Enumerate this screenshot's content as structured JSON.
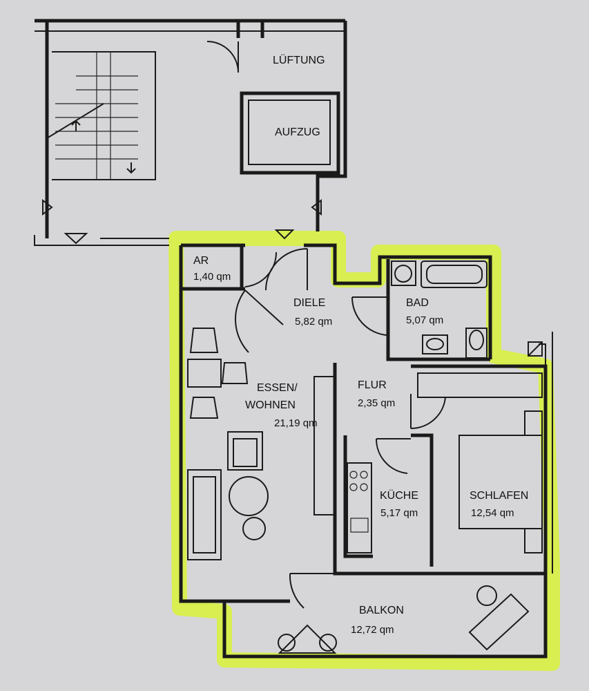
{
  "rooms": {
    "lueftung": {
      "name": "LÜFTUNG"
    },
    "aufzug": {
      "name": "AUFZUG"
    },
    "ar": {
      "name": "AR",
      "area": "1,40 qm"
    },
    "diele": {
      "name": "DIELE",
      "area": "5,82 qm"
    },
    "bad": {
      "name": "BAD",
      "area": "5,07 qm"
    },
    "flur": {
      "name": "FLUR",
      "area": "2,35 qm"
    },
    "essen": {
      "name_line1": "ESSEN/",
      "name_line2": "WOHNEN",
      "area": "21,19 qm"
    },
    "kueche": {
      "name": "KÜCHE",
      "area": "5,17 qm"
    },
    "schlafen": {
      "name": "SCHLAFEN",
      "area": "12,54 qm"
    },
    "balkon": {
      "name": "BALKON",
      "area": "12,72 qm"
    }
  },
  "colors": {
    "paper": "#d6d6d8",
    "ink": "#1a1a1a",
    "highlight": "#d8f23a"
  }
}
